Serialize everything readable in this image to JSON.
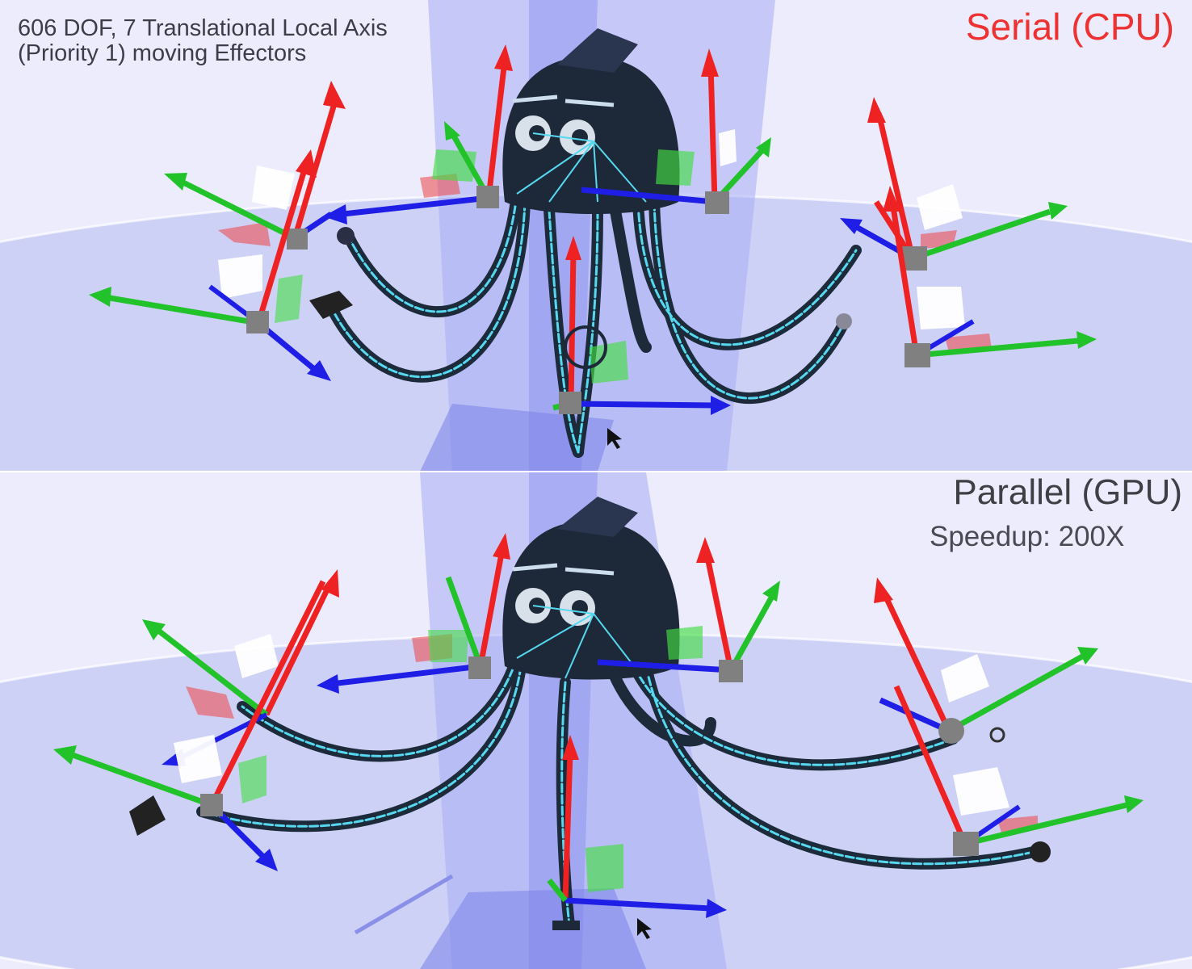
{
  "description": {
    "line1": "606 DOF, 7 Translational Local Axis",
    "line2": "(Priority 1) moving Effectors"
  },
  "panels": [
    {
      "id": "top",
      "label": "Serial (CPU)",
      "label_color": "#ee3232"
    },
    {
      "id": "bottom",
      "label": "Parallel (GPU)",
      "sublabel": "Speedup: 200X",
      "label_color": "#3f3f46"
    }
  ],
  "gizmo_colors": {
    "x_axis": "#ee2222",
    "y_axis": "#22c22a",
    "z_axis": "#1e1ee6",
    "handle": "#808080",
    "plane": "#ffffff"
  },
  "scene_colors": {
    "background": "#e9e9fb",
    "floor": "#c7caf4",
    "light_beam": "#9aa0f2",
    "octopus_body": "#1d2838",
    "rig_lines": "#3fd6ee"
  },
  "icons": [
    "mouse-cursor-icon"
  ]
}
